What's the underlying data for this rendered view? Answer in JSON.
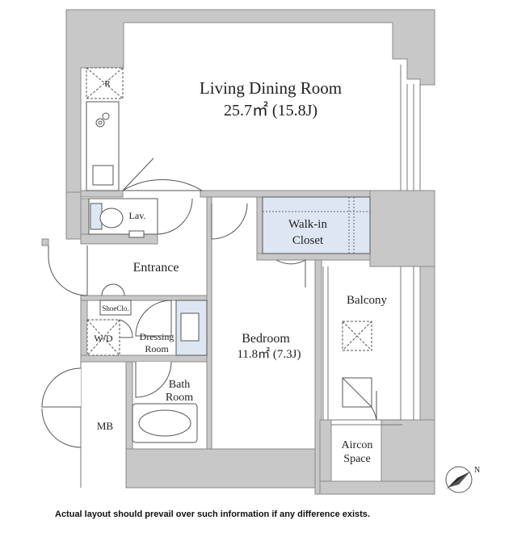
{
  "rooms": {
    "living": {
      "name": "Living Dining Room",
      "area": "25.7㎡ (15.8J)"
    },
    "bedroom": {
      "name": "Bedroom",
      "area": "11.8㎡ (7.3J)"
    },
    "walkin_line1": "Walk-in",
    "walkin_line2": "Closet",
    "entrance": "Entrance",
    "balcony": "Balcony",
    "lav": "Lav.",
    "shoe": "ShoeClo.",
    "wd": "W/D",
    "dressing_line1": "Dressing",
    "dressing_line2": "Room",
    "bath_line1": "Bath",
    "bath_line2": "Room",
    "mb": "MB",
    "aircon_line1": "Aircon",
    "aircon_line2": "Space",
    "fridge": "R",
    "compass": "N"
  },
  "note": "Actual layout should prevail over such information if any difference exists.",
  "colors": {
    "wall": "#c8c8c8",
    "wall_stroke": "#8a8a8a",
    "closet_fill": "#dde6f2",
    "line": "#555555"
  }
}
